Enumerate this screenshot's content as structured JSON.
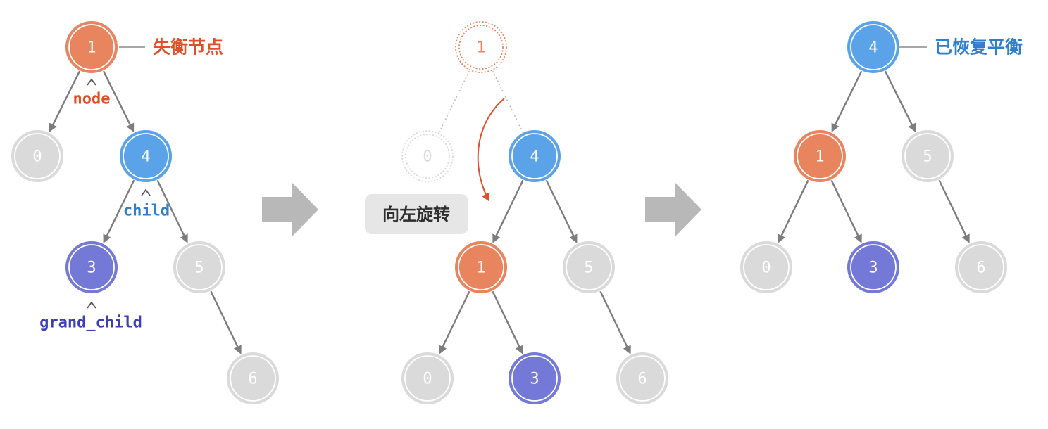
{
  "colors": {
    "orange": "#E9855E",
    "blue": "#5BA3E8",
    "purple": "#7479D8",
    "gray": "#DADADA",
    "edge": "#7D7D7D",
    "orange_text": "#E0512A",
    "blue_text": "#2F7FCC",
    "purple_text": "#3B3FB5",
    "step_arrow": "#B8B8B8"
  },
  "panels": [
    {
      "id": "before",
      "nodes": [
        {
          "id": "n1",
          "value": "1",
          "style": "orange"
        },
        {
          "id": "n0",
          "value": "0",
          "style": "gray"
        },
        {
          "id": "n4",
          "value": "4",
          "style": "blue"
        },
        {
          "id": "n3",
          "value": "3",
          "style": "purple"
        },
        {
          "id": "n5",
          "value": "5",
          "style": "gray"
        },
        {
          "id": "n6",
          "value": "6",
          "style": "gray"
        }
      ],
      "edges": [
        [
          "n1",
          "n0"
        ],
        [
          "n1",
          "n4"
        ],
        [
          "n4",
          "n3"
        ],
        [
          "n4",
          "n5"
        ],
        [
          "n5",
          "n6"
        ]
      ],
      "labels": {
        "unbalanced": "失衡节点",
        "node": "node",
        "child": "child",
        "grand_child": "grand_child"
      }
    },
    {
      "id": "rotating",
      "nodes": [
        {
          "id": "n1_old",
          "value": "1",
          "style": "ghost-orange"
        },
        {
          "id": "n0_old",
          "value": "0",
          "style": "ghost-gray"
        },
        {
          "id": "n4",
          "value": "4",
          "style": "blue"
        },
        {
          "id": "n1",
          "value": "1",
          "style": "orange"
        },
        {
          "id": "n5",
          "value": "5",
          "style": "gray"
        },
        {
          "id": "n0",
          "value": "0",
          "style": "gray"
        },
        {
          "id": "n3",
          "value": "3",
          "style": "purple"
        },
        {
          "id": "n6",
          "value": "6",
          "style": "gray"
        }
      ],
      "edges": [
        [
          "n4",
          "n1"
        ],
        [
          "n4",
          "n5"
        ],
        [
          "n1",
          "n0"
        ],
        [
          "n1",
          "n3"
        ],
        [
          "n5",
          "n6"
        ]
      ],
      "ghost_edges": [
        [
          "n1_old",
          "n0_old"
        ],
        [
          "n1_old",
          "n4"
        ]
      ],
      "caption": "向左旋转"
    },
    {
      "id": "after",
      "nodes": [
        {
          "id": "n4",
          "value": "4",
          "style": "blue"
        },
        {
          "id": "n1",
          "value": "1",
          "style": "orange"
        },
        {
          "id": "n5",
          "value": "5",
          "style": "gray"
        },
        {
          "id": "n0",
          "value": "0",
          "style": "gray"
        },
        {
          "id": "n3",
          "value": "3",
          "style": "purple"
        },
        {
          "id": "n6",
          "value": "6",
          "style": "gray"
        }
      ],
      "edges": [
        [
          "n4",
          "n1"
        ],
        [
          "n4",
          "n5"
        ],
        [
          "n1",
          "n0"
        ],
        [
          "n1",
          "n3"
        ],
        [
          "n5",
          "n6"
        ]
      ],
      "labels": {
        "balanced": "已恢复平衡"
      }
    }
  ]
}
